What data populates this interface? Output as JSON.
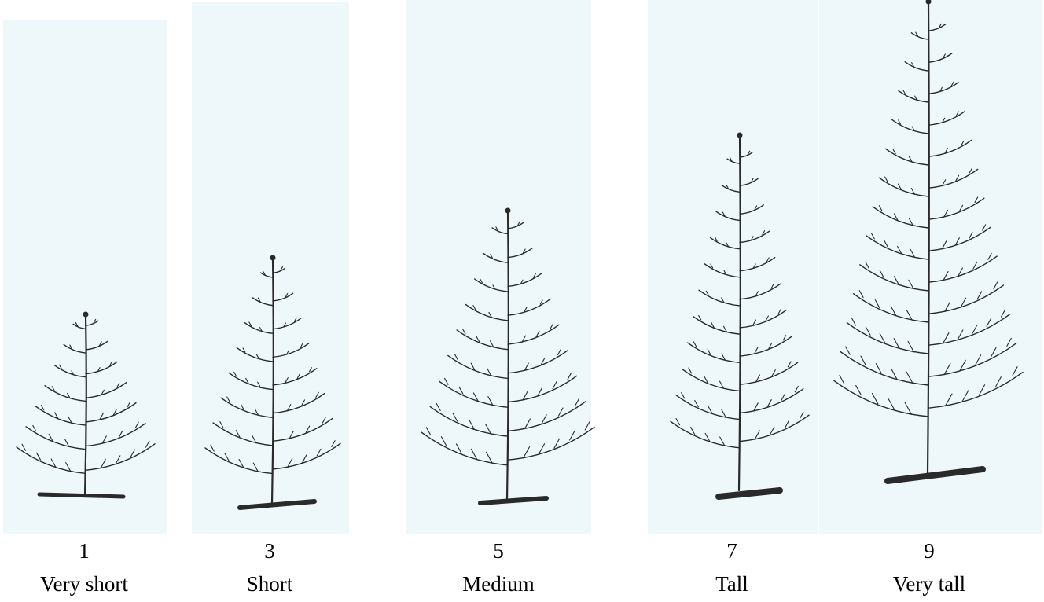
{
  "figure": {
    "levels": [
      {
        "score": "1",
        "label": "Very short",
        "relative_height": 0.36
      },
      {
        "score": "3",
        "label": "Short",
        "relative_height": 0.5
      },
      {
        "score": "5",
        "label": "Medium",
        "relative_height": 0.61
      },
      {
        "score": "7",
        "label": "Tall",
        "relative_height": 0.73
      },
      {
        "score": "9",
        "label": "Very tall",
        "relative_height": 1.0
      }
    ],
    "colors": {
      "panel_background": "#eef8fa",
      "stroke": "#2a2a2a",
      "text": "#000000"
    }
  }
}
